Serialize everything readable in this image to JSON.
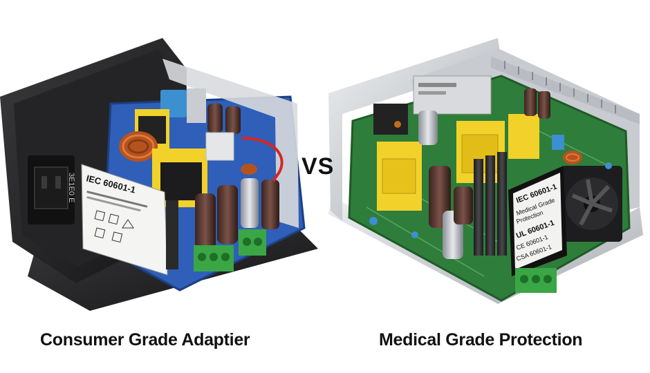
{
  "vs_label": "VS",
  "left": {
    "caption": "Consumer Grade Adaptier",
    "label_title": "IEC 60601-1",
    "side_text": "3E1E0 E"
  },
  "right": {
    "caption": "Medical Grade Protection",
    "label_lines": [
      "IEC 60601-1",
      "Medical Grade",
      "Protection",
      "UL 60601-1",
      "CE 60601-1",
      "CSA 60601-1"
    ]
  },
  "colors": {
    "left_pcb": "#2f5fb8",
    "right_pcb": "#2f7d3a",
    "housing_dark": "#2a2a2c",
    "housing_silver": "#cfd2d6",
    "transformer_yellow": "#f2d22a",
    "terminal_green": "#3aa645"
  }
}
